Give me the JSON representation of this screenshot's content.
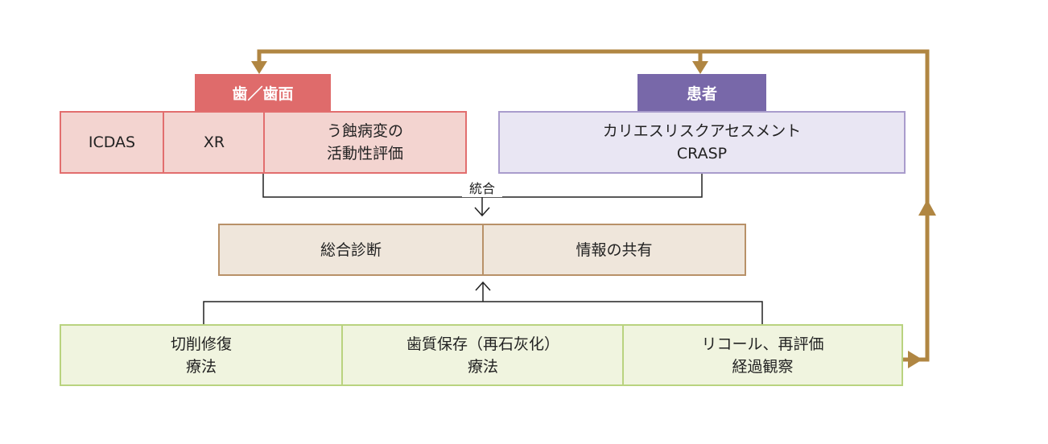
{
  "colors": {
    "pink_tab": "#df6b6b",
    "pink_fill": "#f3d4d0",
    "pink_border": "#e26e6e",
    "purple_tab": "#7868a9",
    "lavender_fill": "#e9e6f3",
    "lavender_border": "#a99ccc",
    "beige_fill": "#efe6db",
    "beige_border": "#b89168",
    "green_fill": "#f0f4df",
    "green_border": "#b9d37f",
    "feedback_arrow": "#b08642",
    "connector": "#222222"
  },
  "tooth_group": {
    "header": "歯／歯面",
    "cells": [
      "ICDAS",
      "XR",
      "う蝕病変の\n活動性評価"
    ]
  },
  "patient_group": {
    "header": "患者",
    "cell": "カリエスリスクアセスメント\nCRASP"
  },
  "integration_label": "統合",
  "center_row": {
    "cells": [
      "総合診断",
      "情報の共有"
    ]
  },
  "bottom_row": {
    "cells": [
      "切削修復\n療法",
      "歯質保存（再石灰化）\n療法",
      "リコール、再評価\n経過観察"
    ]
  }
}
